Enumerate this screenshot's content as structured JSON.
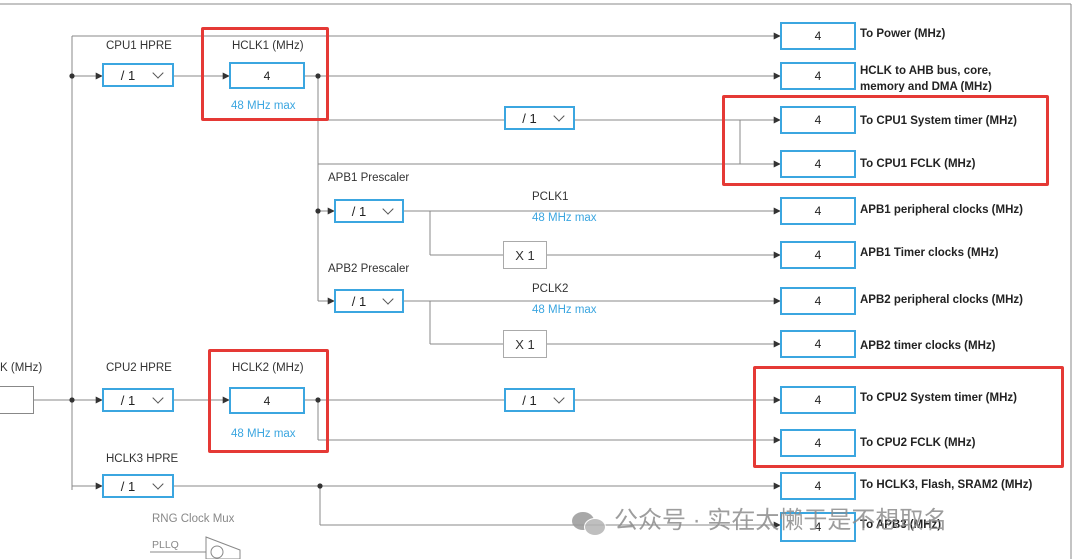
{
  "left": {
    "sysclk_label": "K (MHz)",
    "cpu1_hpre_label": "CPU1 HPRE",
    "cpu1_hpre_value": "/ 1",
    "cpu2_hpre_label": "CPU2 HPRE",
    "cpu2_hpre_value": "/ 1",
    "hclk3_hpre_label": "HCLK3 HPRE",
    "hclk3_hpre_value": "/ 1",
    "rng_mux_label": "RNG Clock Mux",
    "pllq_label": "PLLQ"
  },
  "hclk1": {
    "label": "HCLK1 (MHz)",
    "value": "4",
    "max": "48 MHz max"
  },
  "hclk2": {
    "label": "HCLK2 (MHz)",
    "value": "4",
    "max": "48 MHz max"
  },
  "middle": {
    "cpu1_systimer_div": "/ 1",
    "cpu2_systimer_div": "/ 1",
    "apb1_prescaler_label": "APB1 Prescaler",
    "apb1_prescaler_value": "/ 1",
    "apb2_prescaler_label": "APB2 Prescaler",
    "apb2_prescaler_value": "/ 1",
    "pclk1_label": "PCLK1",
    "pclk1_max": "48 MHz max",
    "pclk2_label": "PCLK2",
    "pclk2_max": "48 MHz max",
    "apb1_timer_mult": "X 1",
    "apb2_timer_mult": "X 1"
  },
  "outputs": [
    {
      "value": "4",
      "label": "To Power (MHz)"
    },
    {
      "value": "4",
      "label": "HCLK to AHB bus, core,",
      "label2": "memory and DMA (MHz)"
    },
    {
      "value": "4",
      "label": "To CPU1 System timer (MHz)"
    },
    {
      "value": "4",
      "label": "To CPU1 FCLK (MHz)"
    },
    {
      "value": "4",
      "label": "APB1 peripheral clocks (MHz)"
    },
    {
      "value": "4",
      "label": "APB1 Timer clocks (MHz)"
    },
    {
      "value": "4",
      "label": "APB2 peripheral clocks (MHz)"
    },
    {
      "value": "4",
      "label": "APB2 timer clocks (MHz)"
    },
    {
      "value": "4",
      "label": "To CPU2 System timer (MHz)"
    },
    {
      "value": "4",
      "label": "To CPU2 FCLK (MHz)"
    },
    {
      "value": "4",
      "label": "To HCLK3, Flash, SRAM2 (MHz)"
    },
    {
      "value": "4",
      "label": "To APB3 (MHz)"
    }
  ],
  "watermark": "公众号 · 实在太懒于是不想取名",
  "colors": {
    "accent": "#3ba6e0",
    "highlight": "#e53935",
    "line": "#888888"
  }
}
